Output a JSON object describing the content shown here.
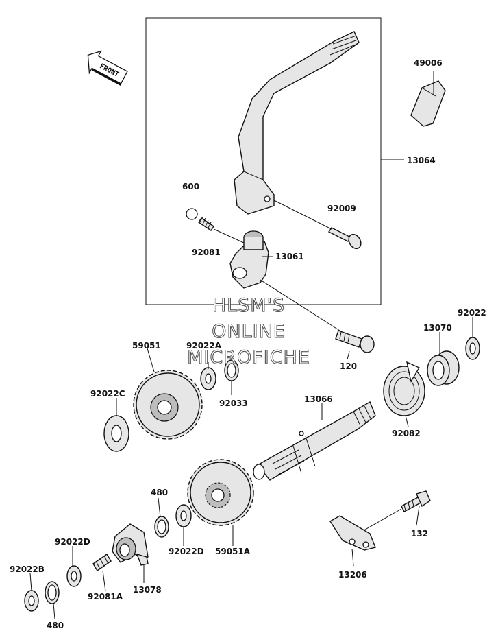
{
  "front_arrow": {
    "label": "FRONT"
  },
  "watermark": {
    "line1": "HLSM'S",
    "line2": "ONLINE",
    "line3": "MICROFICHE"
  },
  "parts": {
    "p49006": "49006",
    "p13064": "13064",
    "p600": "600",
    "p92009": "92009",
    "p92081": "92081",
    "p13061": "13061",
    "p120": "120",
    "p92022": "92022",
    "p13070": "13070",
    "p59051": "59051",
    "p92022A": "92022A",
    "p92022C": "92022C",
    "p92033": "92033",
    "p13066": "13066",
    "p92082": "92082",
    "p480_top": "480",
    "p92022D_left": "92022D",
    "p92022D_mid": "92022D",
    "p59051A": "59051A",
    "p132": "132",
    "p92081A": "92081A",
    "p13078": "13078",
    "p92022B": "92022B",
    "p480_bottom": "480",
    "p13206": "13206"
  }
}
